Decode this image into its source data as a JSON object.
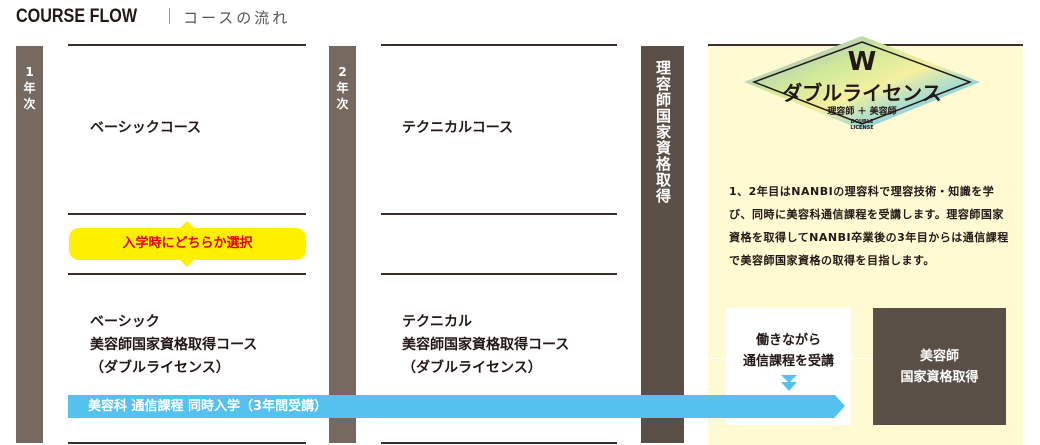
{
  "header": {
    "title": "COURSE FLOW",
    "subtitle": "コースの流れ"
  },
  "years": [
    {
      "label": "1年次"
    },
    {
      "label": "2年次"
    }
  ],
  "year1": {
    "basic": "ベーシックコース",
    "choose": "入学時にどちらか選択",
    "double_l1": "ベーシック",
    "double_l2": "美容師国家資格取得コース",
    "double_l3": "（ダブルライセンス）"
  },
  "year2": {
    "technical": "テクニカルコース",
    "double_l1": "テクニカル",
    "double_l2": "美容師国家資格取得コース",
    "double_l3": "（ダブルライセンス）"
  },
  "final_bar": "理容師国家資格取得",
  "badge": {
    "w": "W",
    "main": "ダブルライセンス",
    "sub": "理容師 ＋ 美容師",
    "en1": "DOUBLE",
    "en2": "LICENSE"
  },
  "description": "1、2年目はNANBIの理容科で理容技術・知識を学び、同時に美容科通信課程を受講します。理容師国家資格を取得してNANBI卒業後の3年目からは通信課程で美容師国家資格の取得を目指します。",
  "correspondence": "美容科 通信課程 同時入学（3年間受講）",
  "working": {
    "l1": "働きながら",
    "l2": "通信課程を受講"
  },
  "result": {
    "l1": "美容師",
    "l2": "国家資格取得"
  },
  "colors": {
    "year_bar": "#766a60",
    "dark": "#5a4f46",
    "yellow": "#fff000",
    "red": "#e60012",
    "blue": "#55c1ee",
    "panel": "#fffad2"
  }
}
